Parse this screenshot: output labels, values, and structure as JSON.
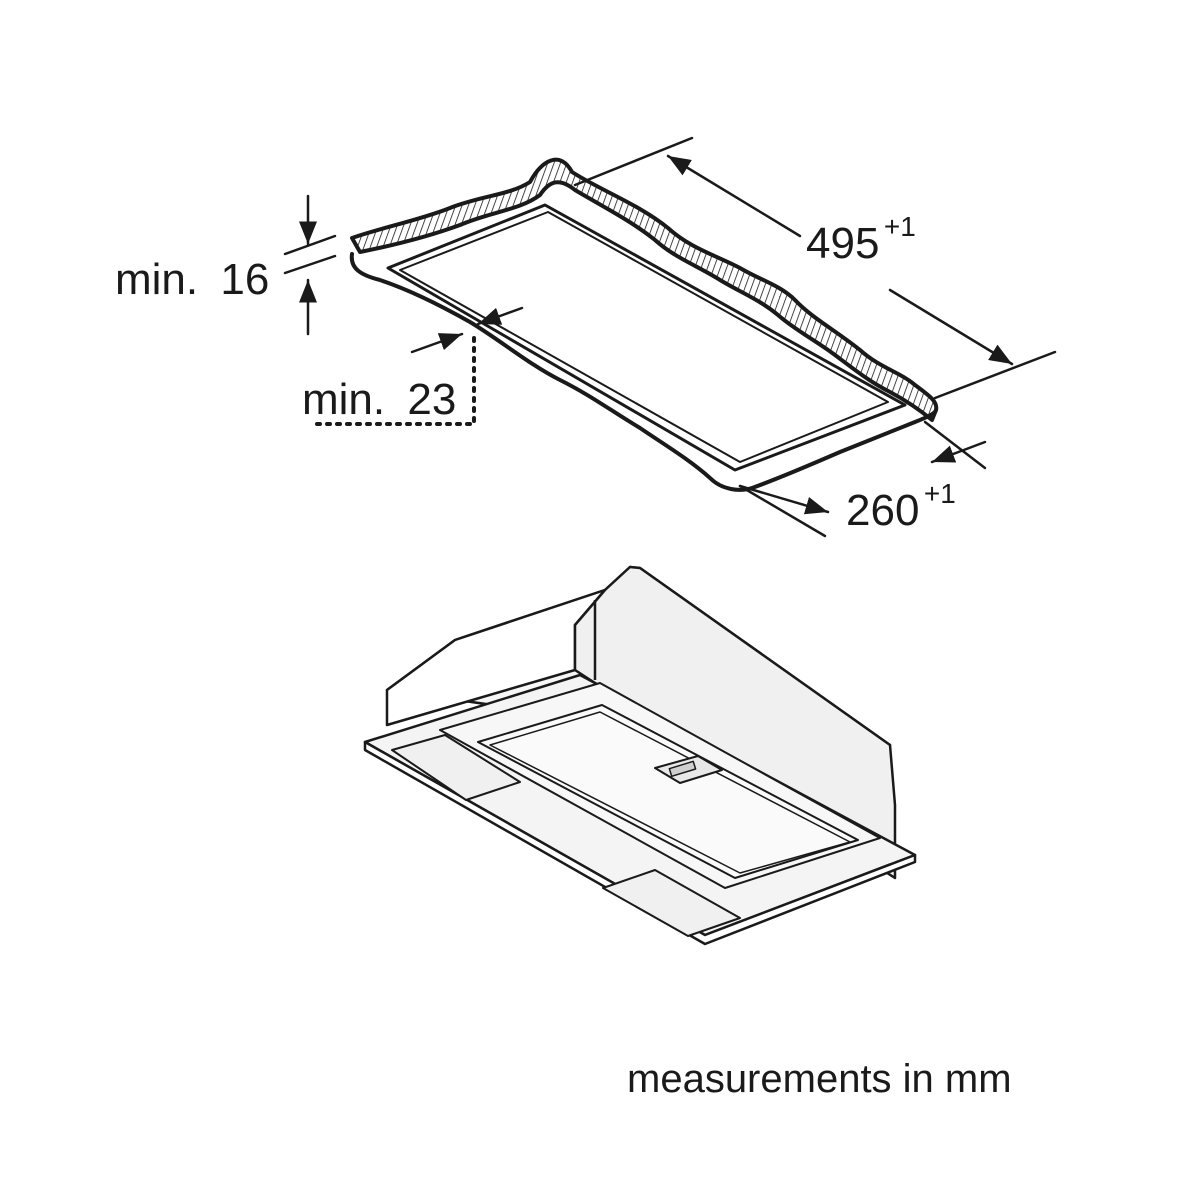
{
  "dimensions": {
    "height_min": {
      "prefix": "min.",
      "value": "16"
    },
    "edge_min": {
      "prefix": "min.",
      "value": "23"
    },
    "length": {
      "value": "495",
      "tolerance": "+1"
    },
    "width": {
      "value": "260",
      "tolerance": "+1"
    }
  },
  "footer": {
    "units_note": "measurements in mm"
  },
  "colors": {
    "line": "#1a1a1a",
    "background": "#ffffff",
    "panel": "#f4f4f4"
  }
}
